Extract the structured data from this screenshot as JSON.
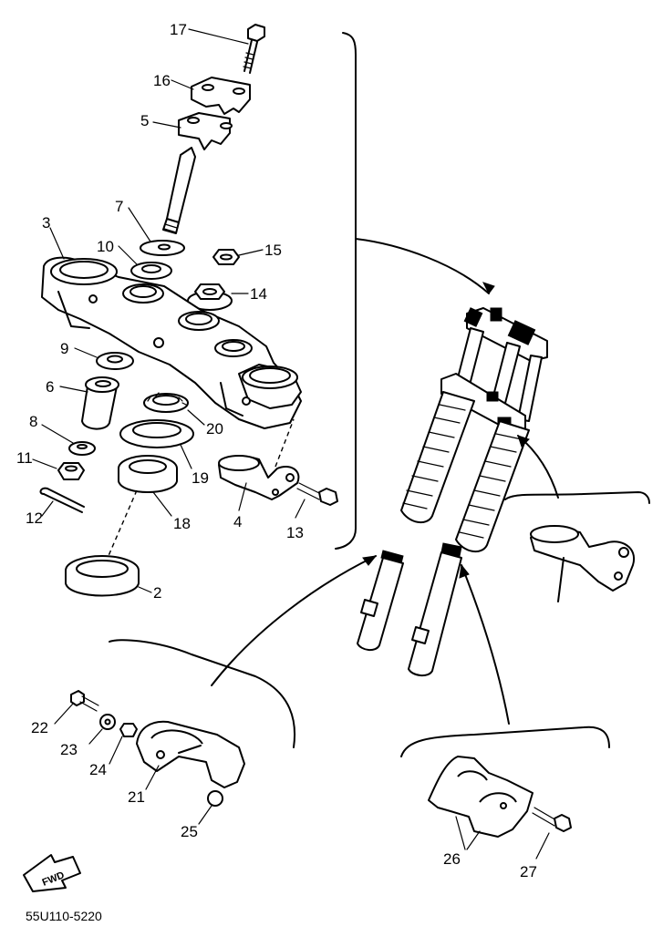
{
  "labels": {
    "p2": "2",
    "p3": "3",
    "p4": "4",
    "p5": "5",
    "p6": "6",
    "p7": "7",
    "p8": "8",
    "p9": "9",
    "p10": "10",
    "p11": "11",
    "p12": "12",
    "p13": "13",
    "p14": "14",
    "p15": "15",
    "p16": "16",
    "p17": "17",
    "p18": "18",
    "p19": "19",
    "p20": "20",
    "p21": "21",
    "p22": "22",
    "p23": "23",
    "p24": "24",
    "p25": "25",
    "p26": "26",
    "p27": "27"
  },
  "fwd_arrow": "FWD",
  "drawing_code": "55U110-5220"
}
